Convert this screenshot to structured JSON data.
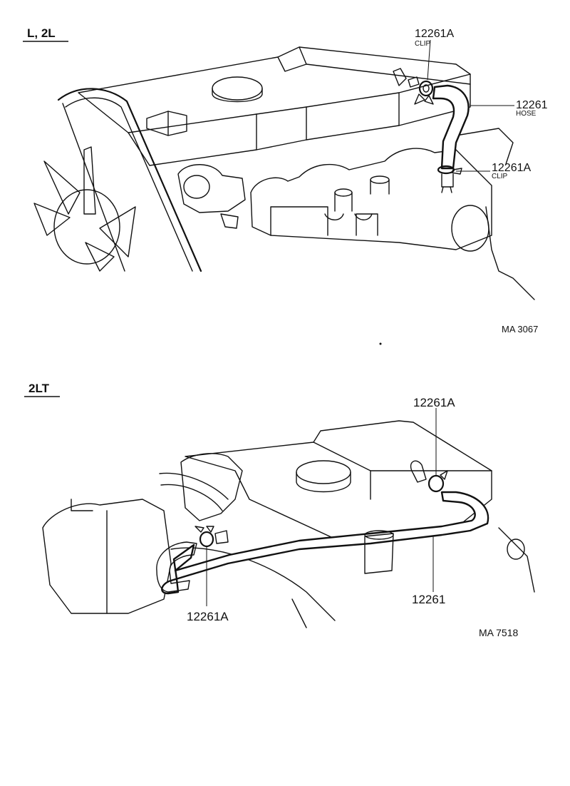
{
  "section1": {
    "title": "L, 2L",
    "labels": {
      "clip_top_part": "12261A",
      "clip_top_name": "CLIP",
      "hose_part": "12261",
      "hose_name": "HOSE",
      "clip_bottom_part": "12261A",
      "clip_bottom_name": "CLIP"
    },
    "figure_code": "MA 3067"
  },
  "section2": {
    "title": "2LT",
    "labels": {
      "clip_right_part": "12261A",
      "hose_part": "12261",
      "clip_left_part": "12261A"
    },
    "figure_code": "MA  7518"
  }
}
